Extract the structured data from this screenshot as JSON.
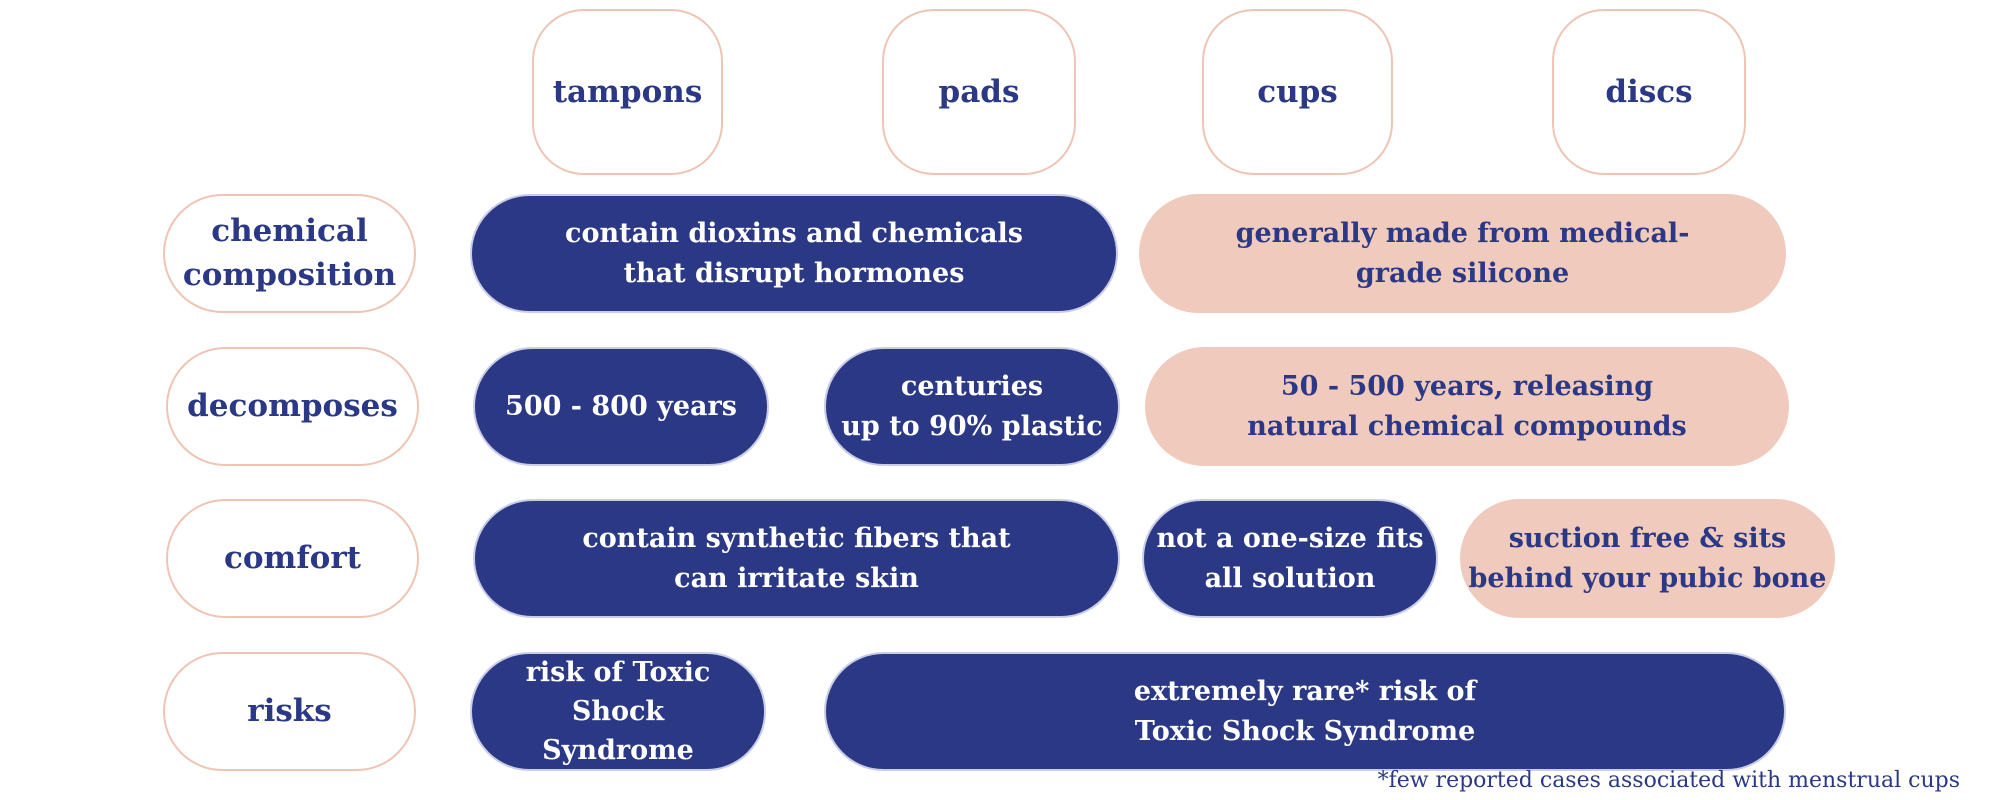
{
  "columns": [
    "tampons",
    "pads",
    "cups",
    "discs"
  ],
  "rows": [
    "chemical composition",
    "decomposes",
    "comfort",
    "risks"
  ],
  "cells": {
    "chem_dark": "contain dioxins and chemicals that disrupt hormones",
    "chem_pink": "generally made from medical-grade silicone",
    "dec_tampons": "500 - 800 years",
    "dec_pads_1": "centuries",
    "dec_pads_2": "up to 90% plastic",
    "dec_pink": "50 - 500 years, releasing natural chemical compounds",
    "comfort_dark": "contain synthetic fibers that can irritate skin",
    "comfort_cups": "not a one-size fits all solution",
    "comfort_discs": "suction free & sits behind your pubic bone",
    "risk_tampons": "risk of Toxic Shock Syndrome",
    "risk_rest": "extremely rare* risk of Toxic Shock Syndrome"
  },
  "footnote": "*few reported cases associated with menstrual cups",
  "colors": {
    "navy": "#2b3885",
    "pink": "#f0cabd",
    "border": "#eec5b5"
  }
}
